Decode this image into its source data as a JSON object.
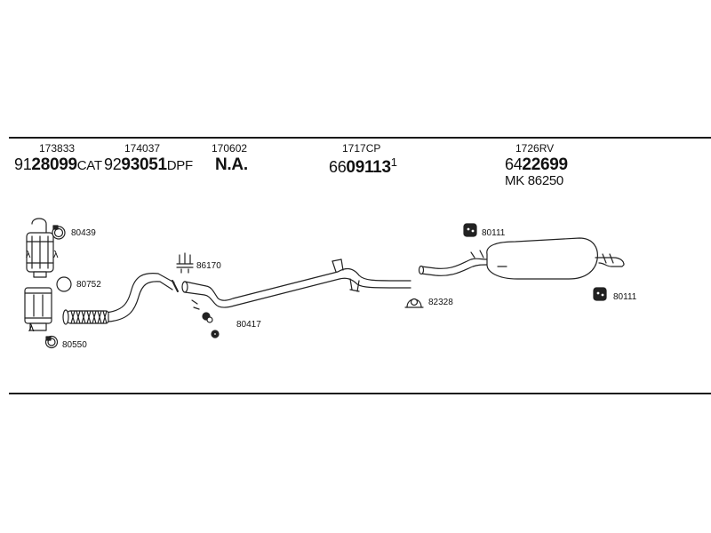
{
  "columns": [
    {
      "code": "173833",
      "part_prefix": "91",
      "part_main": "28099",
      "part_suffix": "CAT"
    },
    {
      "code": "174037",
      "part_prefix": "92",
      "part_main": "93051",
      "part_suffix": "DPF"
    },
    {
      "code": "170602",
      "part_main": "N.A."
    },
    {
      "code": "1717CP",
      "part_prefix": "66",
      "part_main": "09113",
      "part_suffix": "1"
    },
    {
      "code": "1726RV",
      "part_prefix": "64",
      "part_main": "22699",
      "extra": "MK  86250"
    }
  ],
  "refs": {
    "r80439": "80439",
    "r80752": "80752",
    "r80550": "80550",
    "r86170": "86170",
    "r80417": "80417",
    "r82328": "82328",
    "r80111a": "80111",
    "r80111b": "80111"
  },
  "symbols": {
    "lambda": "λ"
  }
}
